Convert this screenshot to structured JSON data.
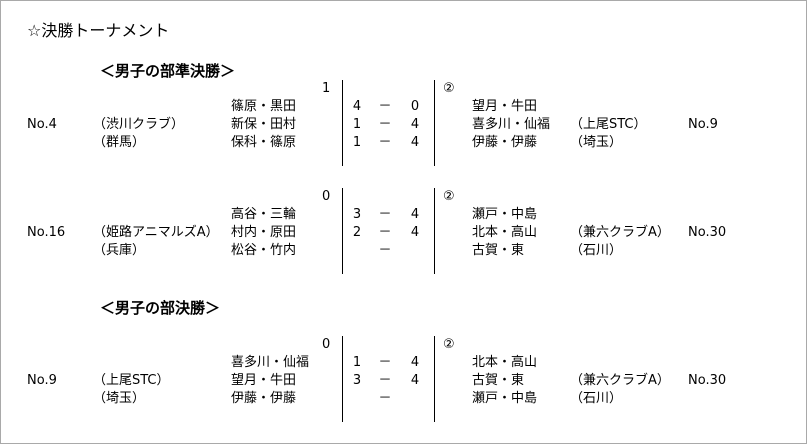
{
  "title": "☆決勝トーナメント",
  "sections": [
    {
      "heading": "＜男子の部準決勝＞"
    },
    {
      "heading": "＜男子の部決勝＞"
    }
  ],
  "matches": [
    {
      "left": {
        "no": "No.4",
        "club": "（渋川クラブ）",
        "pref": "（群馬）",
        "score": "1",
        "pairs": [
          "篠原・黒田",
          "新保・田村",
          "保科・篠原"
        ]
      },
      "right": {
        "no": "No.9",
        "club": "（上尾STC）",
        "pref": "（埼玉）",
        "score": "②",
        "pairs": [
          "望月・牛田",
          "喜多川・仙福",
          "伊藤・伊藤"
        ]
      },
      "games": [
        {
          "l": "4",
          "dash": "－",
          "r": "0"
        },
        {
          "l": "1",
          "dash": "－",
          "r": "4"
        },
        {
          "l": "1",
          "dash": "－",
          "r": "4"
        }
      ]
    },
    {
      "left": {
        "no": "No.16",
        "club": "（姫路アニマルズA）",
        "pref": "（兵庫）",
        "score": "0",
        "pairs": [
          "高谷・三輪",
          "村内・原田",
          "松谷・竹内"
        ]
      },
      "right": {
        "no": "No.30",
        "club": "（兼六クラブA）",
        "pref": "（石川）",
        "score": "②",
        "pairs": [
          "瀬戸・中島",
          "北本・高山",
          "古賀・東"
        ]
      },
      "games": [
        {
          "l": "3",
          "dash": "－",
          "r": "4"
        },
        {
          "l": "2",
          "dash": "－",
          "r": "4"
        },
        {
          "l": "",
          "dash": "－",
          "r": ""
        }
      ]
    },
    {
      "left": {
        "no": "No.9",
        "club": "（上尾STC）",
        "pref": "（埼玉）",
        "score": "0",
        "pairs": [
          "喜多川・仙福",
          "望月・牛田",
          "伊藤・伊藤"
        ]
      },
      "right": {
        "no": "No.30",
        "club": "（兼六クラブA）",
        "pref": "（石川）",
        "score": "②",
        "pairs": [
          "北本・高山",
          "古賀・東",
          "瀬戸・中島"
        ]
      },
      "games": [
        {
          "l": "1",
          "dash": "－",
          "r": "4"
        },
        {
          "l": "3",
          "dash": "－",
          "r": "4"
        },
        {
          "l": "",
          "dash": "－",
          "r": ""
        }
      ]
    }
  ]
}
